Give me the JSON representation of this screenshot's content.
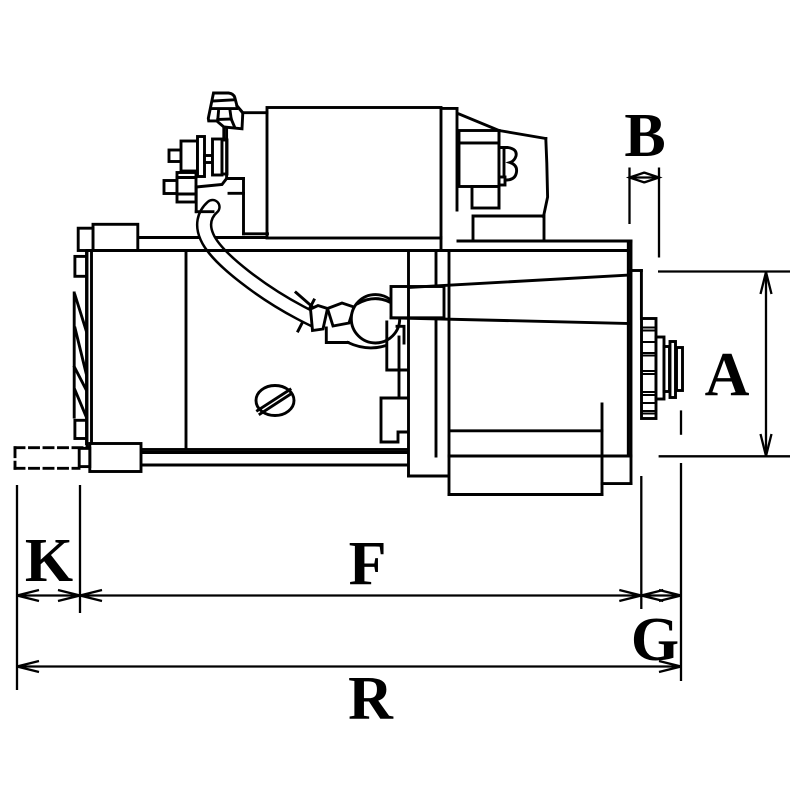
{
  "diagram": {
    "title": "starter motor side view technical drawing",
    "line_color": "#000000",
    "background_color": "#ffffff",
    "dimension_labels": {
      "a": "A",
      "b": "B",
      "f": "F",
      "g": "G",
      "k": "K",
      "r": "R"
    }
  }
}
